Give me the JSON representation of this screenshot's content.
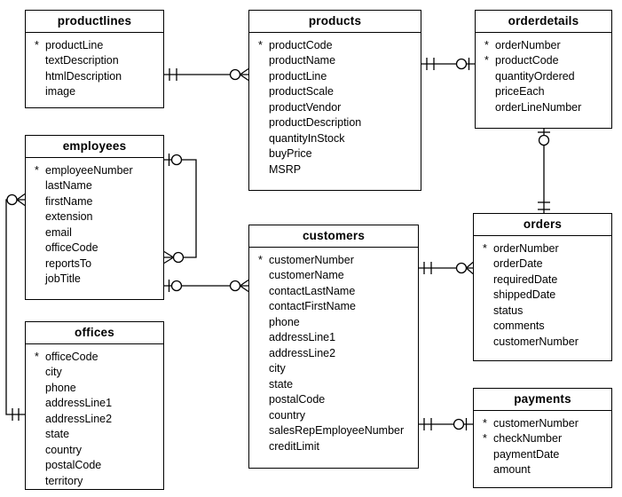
{
  "tables": [
    {
      "name": "productlines",
      "fields": [
        {
          "marker": "*",
          "label": "productLine"
        },
        {
          "marker": "",
          "label": "textDescription"
        },
        {
          "marker": "",
          "label": "htmlDescription"
        },
        {
          "marker": "",
          "label": "image"
        }
      ]
    },
    {
      "name": "products",
      "fields": [
        {
          "marker": "*",
          "label": "productCode"
        },
        {
          "marker": "",
          "label": "productName"
        },
        {
          "marker": "",
          "label": "productLine"
        },
        {
          "marker": "",
          "label": "productScale"
        },
        {
          "marker": "",
          "label": "productVendor"
        },
        {
          "marker": "",
          "label": "productDescription"
        },
        {
          "marker": "",
          "label": "quantityInStock"
        },
        {
          "marker": "",
          "label": "buyPrice"
        },
        {
          "marker": "",
          "label": "MSRP"
        }
      ]
    },
    {
      "name": "orderdetails",
      "fields": [
        {
          "marker": "*",
          "label": "orderNumber"
        },
        {
          "marker": "*",
          "label": "productCode"
        },
        {
          "marker": "",
          "label": "quantityOrdered"
        },
        {
          "marker": "",
          "label": "priceEach"
        },
        {
          "marker": "",
          "label": "orderLineNumber"
        }
      ]
    },
    {
      "name": "employees",
      "fields": [
        {
          "marker": "*",
          "label": "employeeNumber"
        },
        {
          "marker": "",
          "label": "lastName"
        },
        {
          "marker": "",
          "label": "firstName"
        },
        {
          "marker": "",
          "label": "extension"
        },
        {
          "marker": "",
          "label": "email"
        },
        {
          "marker": "",
          "label": "officeCode"
        },
        {
          "marker": "",
          "label": "reportsTo"
        },
        {
          "marker": "",
          "label": "jobTitle"
        }
      ]
    },
    {
      "name": "customers",
      "fields": [
        {
          "marker": "*",
          "label": "customerNumber"
        },
        {
          "marker": "",
          "label": "customerName"
        },
        {
          "marker": "",
          "label": "contactLastName"
        },
        {
          "marker": "",
          "label": "contactFirstName"
        },
        {
          "marker": "",
          "label": "phone"
        },
        {
          "marker": "",
          "label": "addressLine1"
        },
        {
          "marker": "",
          "label": "addressLine2"
        },
        {
          "marker": "",
          "label": "city"
        },
        {
          "marker": "",
          "label": "state"
        },
        {
          "marker": "",
          "label": "postalCode"
        },
        {
          "marker": "",
          "label": "country"
        },
        {
          "marker": "",
          "label": "salesRepEmployeeNumber"
        },
        {
          "marker": "",
          "label": "creditLimit"
        }
      ]
    },
    {
      "name": "orders",
      "fields": [
        {
          "marker": "*",
          "label": "orderNumber"
        },
        {
          "marker": "",
          "label": "orderDate"
        },
        {
          "marker": "",
          "label": "requiredDate"
        },
        {
          "marker": "",
          "label": "shippedDate"
        },
        {
          "marker": "",
          "label": "status"
        },
        {
          "marker": "",
          "label": "comments"
        },
        {
          "marker": "",
          "label": "customerNumber"
        }
      ]
    },
    {
      "name": "offices",
      "fields": [
        {
          "marker": "*",
          "label": "officeCode"
        },
        {
          "marker": "",
          "label": "city"
        },
        {
          "marker": "",
          "label": "phone"
        },
        {
          "marker": "",
          "label": "addressLine1"
        },
        {
          "marker": "",
          "label": "addressLine2"
        },
        {
          "marker": "",
          "label": "state"
        },
        {
          "marker": "",
          "label": "country"
        },
        {
          "marker": "",
          "label": "postalCode"
        },
        {
          "marker": "",
          "label": "territory"
        }
      ]
    },
    {
      "name": "payments",
      "fields": [
        {
          "marker": "*",
          "label": "customerNumber"
        },
        {
          "marker": "*",
          "label": "checkNumber"
        },
        {
          "marker": "",
          "label": "paymentDate"
        },
        {
          "marker": "",
          "label": "amount"
        }
      ]
    }
  ],
  "relationships": [
    {
      "from": "productlines",
      "to": "products",
      "from_symbol": "two-ticks",
      "to_symbol": "circle-crowfoot"
    },
    {
      "from": "products",
      "to": "orderdetails",
      "from_symbol": "two-ticks",
      "to_symbol": "circle-tick"
    },
    {
      "from": "orderdetails",
      "to": "orders",
      "from_symbol": "tick-circle",
      "to_symbol": "two-ticks"
    },
    {
      "from": "employees",
      "to": "employees",
      "from_symbol": "tick-circle",
      "to_symbol": "circle-crowfoot"
    },
    {
      "from": "employees",
      "to": "customers",
      "from_symbol": "tick-circle",
      "to_symbol": "circle-crowfoot"
    },
    {
      "from": "employees",
      "to": "offices",
      "from_symbol": "circle-crowfoot",
      "to_symbol": "two-ticks"
    },
    {
      "from": "customers",
      "to": "orders",
      "from_symbol": "two-ticks",
      "to_symbol": "circle-crowfoot"
    },
    {
      "from": "customers",
      "to": "payments",
      "from_symbol": "two-ticks",
      "to_symbol": "circle-tick"
    }
  ],
  "style": {
    "line_color": "#000000",
    "background": "#ffffff"
  }
}
